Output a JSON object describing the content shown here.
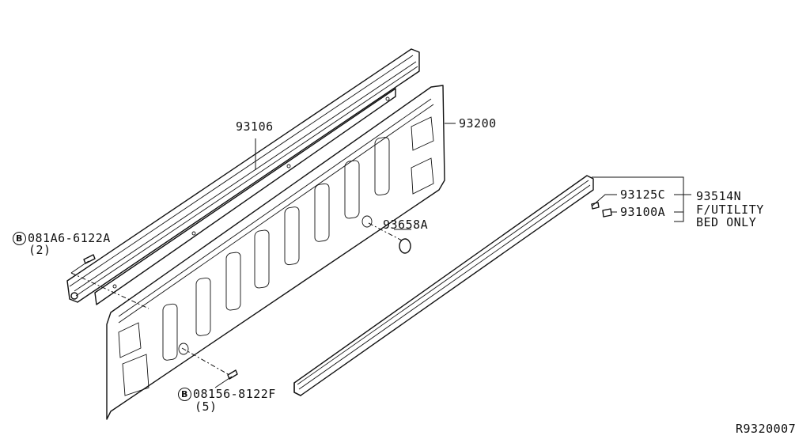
{
  "diagram": {
    "callouts": {
      "p93106": "93106",
      "p93200": "93200",
      "p93658a": "93658A",
      "p93125c": "93125C",
      "p93100a": "93100A",
      "p93514n": "93514N",
      "note_line1": "F/UTILITY",
      "note_line2": "BED ONLY",
      "bolt1_code": "081A6-6122A",
      "bolt1_qty": "(2)",
      "bolt2_code": "08156-8122F",
      "bolt2_qty": "(5)",
      "bolt_badge": "B",
      "figure_ref": "R9320007"
    },
    "parts": {
      "rail": "top-rail",
      "panel": "bed-panel",
      "strip": "protector-strip",
      "grommet": "grommet",
      "bolt": "bolt"
    }
  }
}
